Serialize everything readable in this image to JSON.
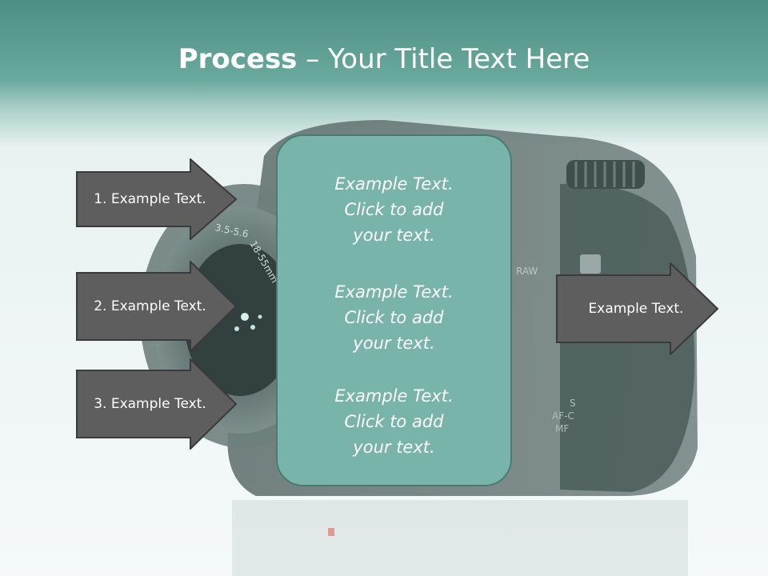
{
  "title": {
    "bold": "Process",
    "rest": " – Your Title Text Here"
  },
  "left_arrows": [
    {
      "label": "1. Example Text."
    },
    {
      "label": "2. Example Text."
    },
    {
      "label": "3. Example Text."
    }
  ],
  "center_box": {
    "paragraphs": [
      [
        "Example Text.",
        "Click  to add",
        "your text."
      ],
      [
        "Example Text.",
        "Click  to add",
        "your text."
      ],
      [
        "Example Text.",
        "Click  to add",
        "your text."
      ]
    ]
  },
  "right_arrow": {
    "label": "Example Text."
  },
  "background": {
    "image": "camera-photo",
    "lens_markings": [
      "3.5-5.6",
      "18-55mm"
    ],
    "body_markings": [
      "RAW",
      "S",
      "AF-C",
      "MF"
    ]
  },
  "colors": {
    "header_top": "#4e8f82",
    "box_fill": "#78b4aa",
    "box_border": "#4a7b73",
    "arrow_fill": "#5e5e5e",
    "arrow_border": "#3a3a3a"
  }
}
